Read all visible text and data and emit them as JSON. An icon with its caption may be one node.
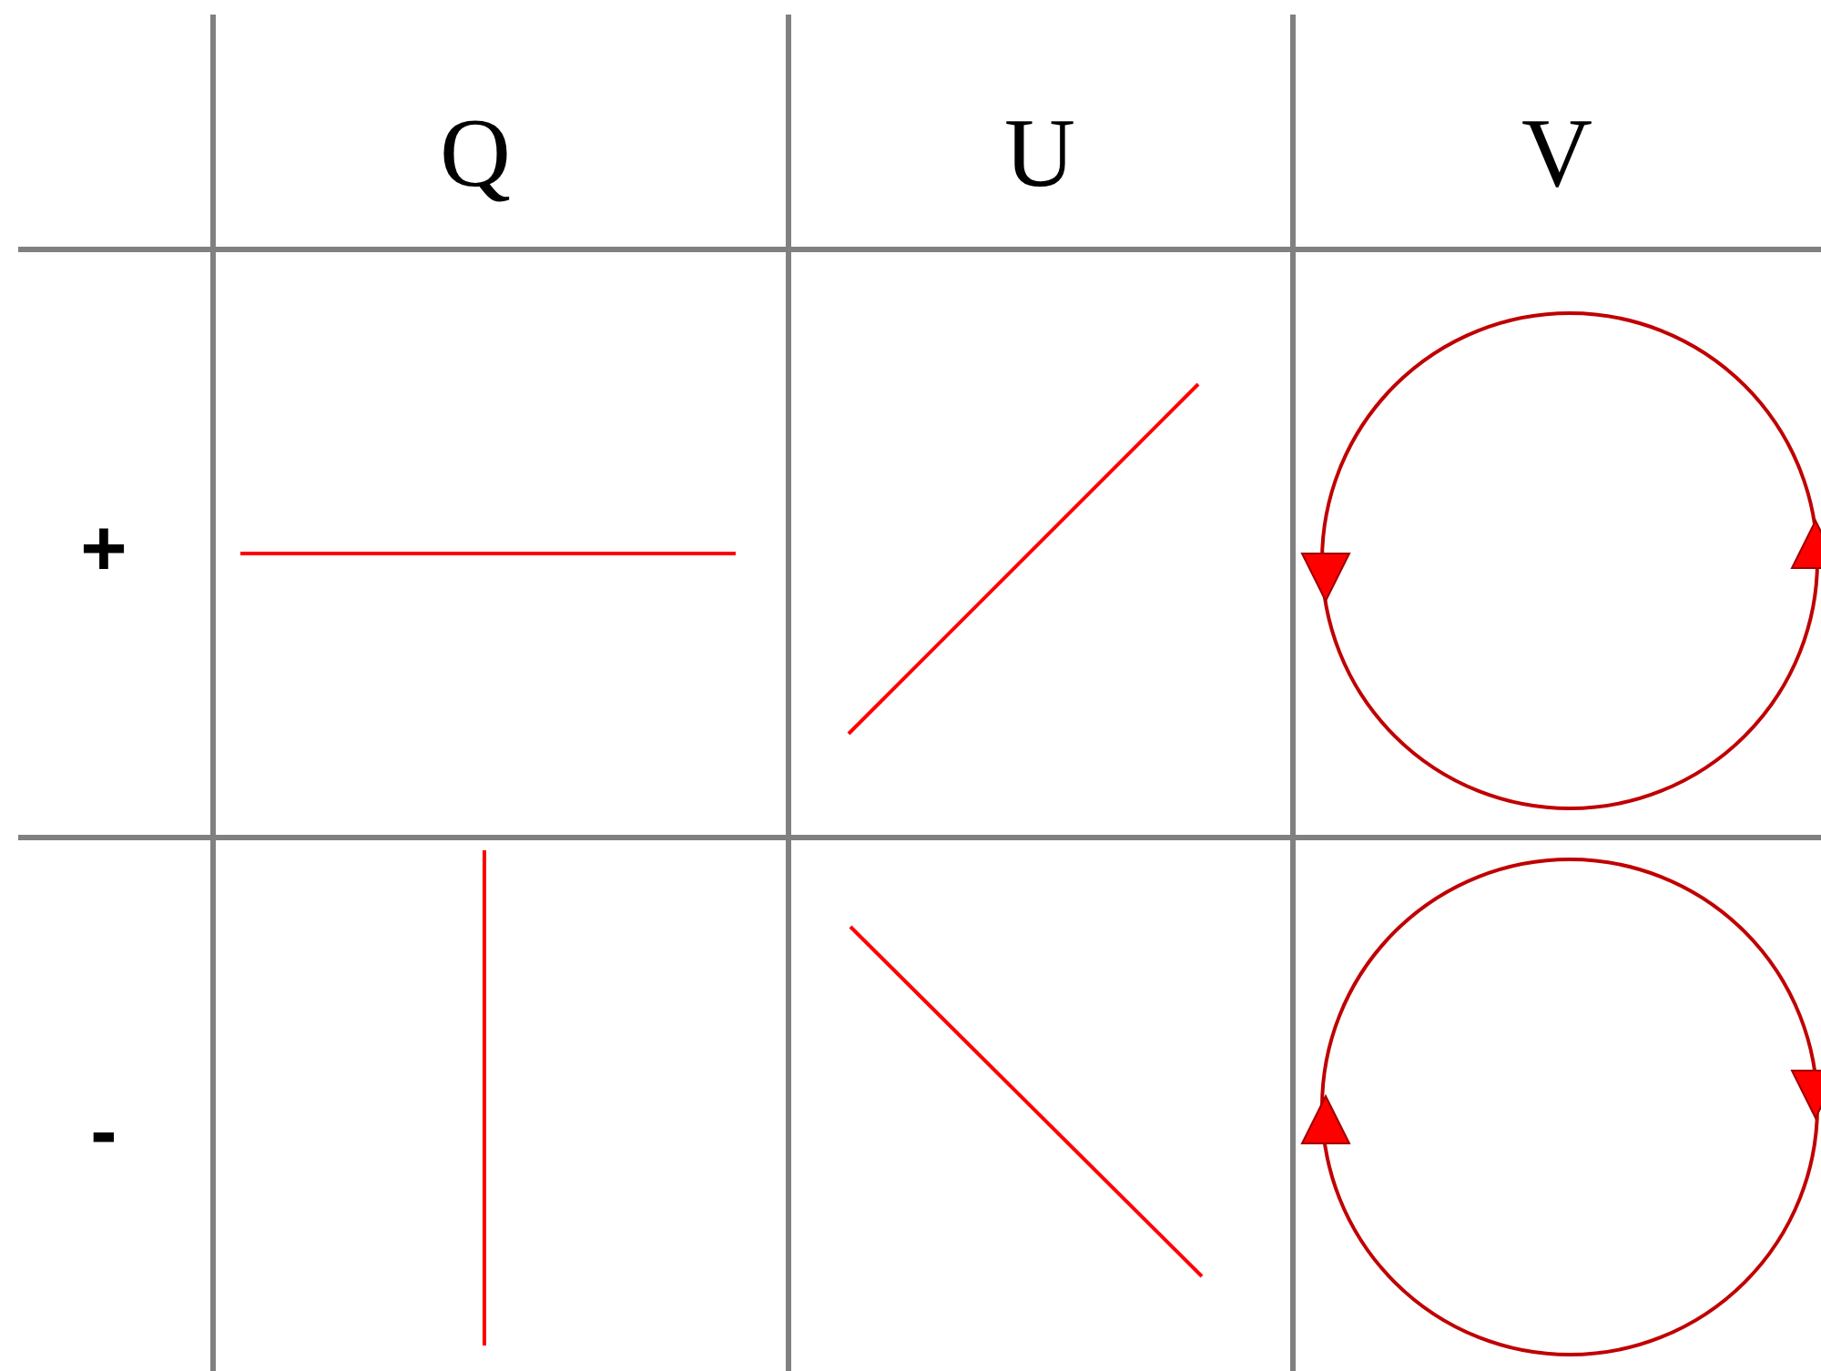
{
  "diagram": {
    "labels": [
      "Q",
      "U",
      "V",
      "+",
      "-"
    ]
  }
}
